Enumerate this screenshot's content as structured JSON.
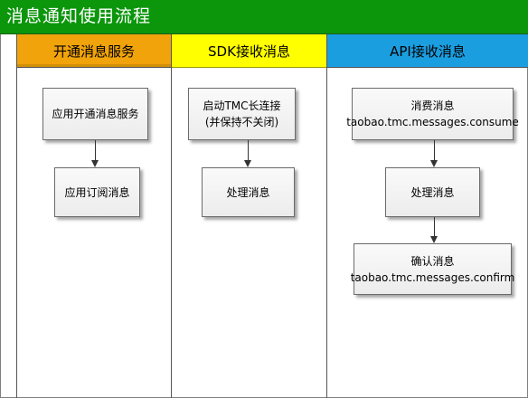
{
  "title": "消息通知使用流程",
  "colors": {
    "title_bar": "#0c960c",
    "lane_open": "#f0a30a",
    "lane_sdk": "#ffff00",
    "lane_api": "#1a9ee0"
  },
  "lanes": [
    {
      "header": "开通消息服务",
      "steps": [
        "应用开通消息服务",
        "应用订阅消息"
      ]
    },
    {
      "header": "SDK接收消息",
      "steps": [
        {
          "line1": "启动TMC长连接",
          "line2": "(并保持不关闭)"
        },
        "处理消息"
      ]
    },
    {
      "header": "API接收消息",
      "steps": [
        {
          "line1": "消费消息",
          "line2": "taobao.tmc.messages.consume"
        },
        "处理消息",
        {
          "line1": "确认消息",
          "line2": "taobao.tmc.messages.confirm"
        }
      ]
    }
  ]
}
